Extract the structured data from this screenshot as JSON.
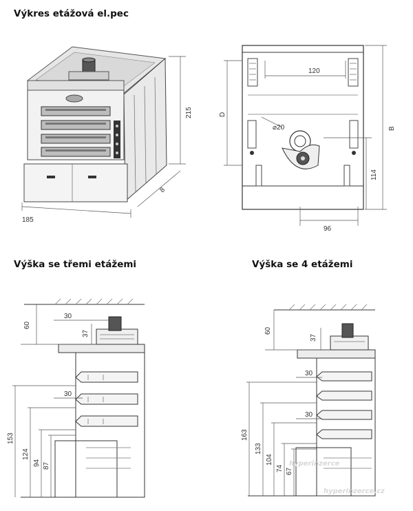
{
  "titles": {
    "main": "Výkres etážová el.pec",
    "three": "Výška se třemi etážemi",
    "four": "Výška se 4 etážemi"
  },
  "iso": {
    "height": "215",
    "depth": "8",
    "width": "185"
  },
  "front": {
    "inner_width": "120",
    "height_D": "D",
    "height_B": "B",
    "radius": "20",
    "fan_height": "114",
    "base_width": "96"
  },
  "three_tier": {
    "top_gap": "60",
    "offset_top": "30",
    "fan_height": "37",
    "offset_mid": "30",
    "h_total": "153",
    "h2": "124",
    "h3": "94",
    "h4": "87"
  },
  "four_tier": {
    "top_gap": "60",
    "fan_height": "37",
    "offset_a": "30",
    "offset_b": "30",
    "h_total": "163",
    "h2": "133",
    "h3": "104",
    "h4": "74",
    "h5": "67"
  },
  "watermark": {
    "big": "hyperinzerce",
    "small": "hyperinzerce.cz"
  }
}
